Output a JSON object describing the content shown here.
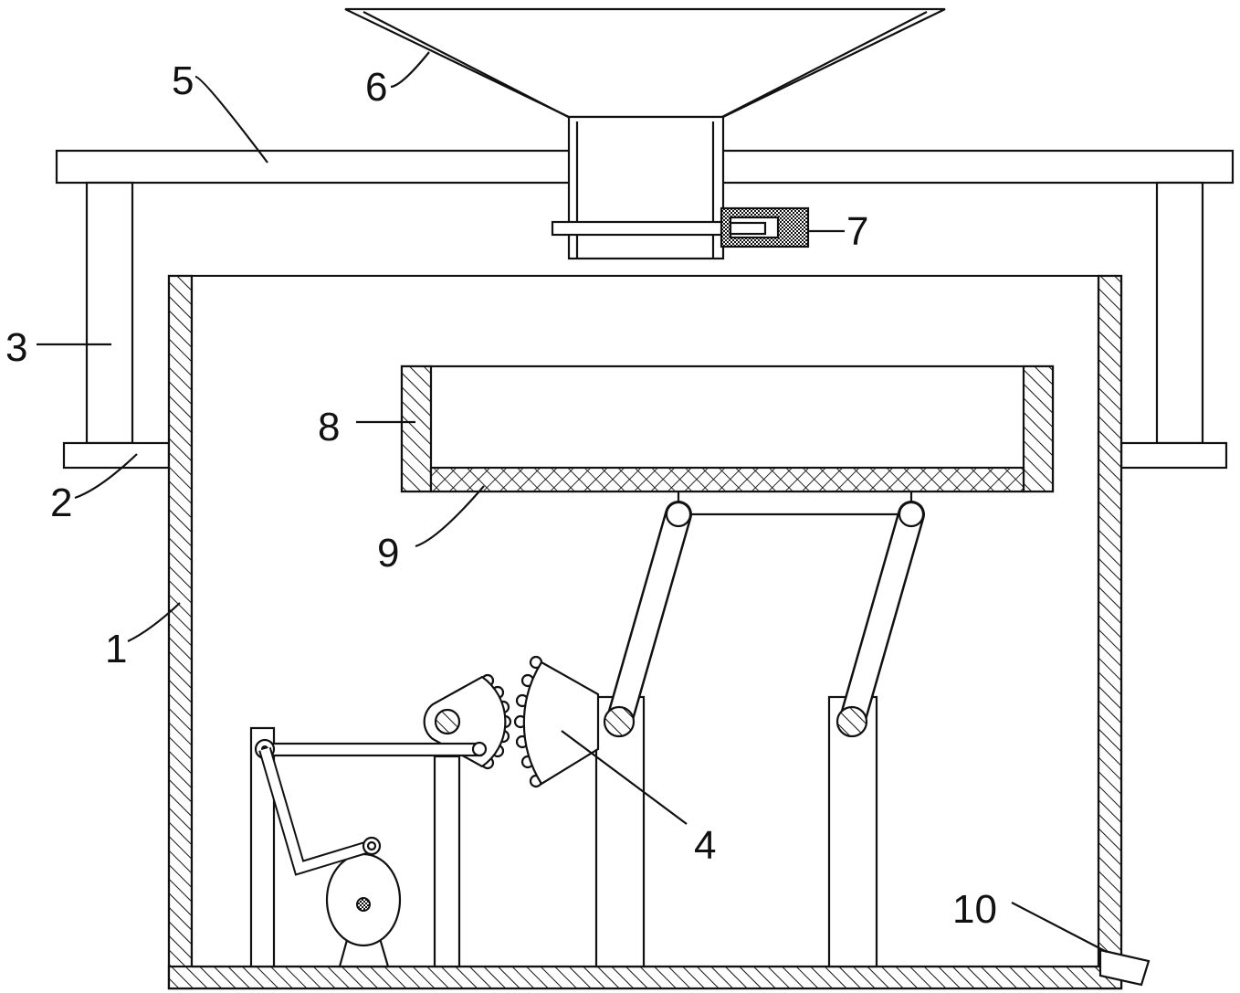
{
  "figure": {
    "background": "#ffffff",
    "stroke": "#111111"
  },
  "labels": {
    "box": "1",
    "bracket": "2",
    "pillar": "3",
    "sector_gear": "4",
    "top_beam": "5",
    "hopper": "6",
    "valve_cylinder": "7",
    "tray": "8",
    "mesh_screen": "9",
    "outlet": "10"
  }
}
